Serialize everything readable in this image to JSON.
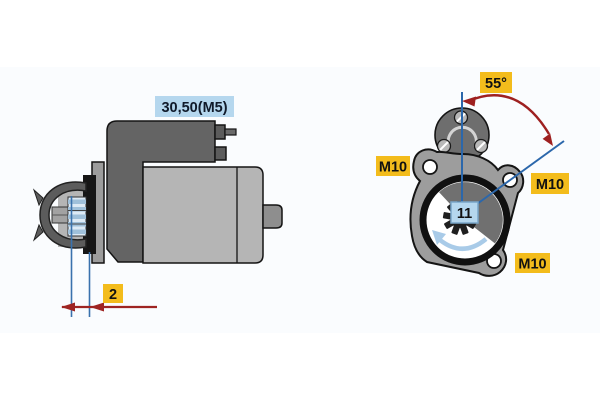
{
  "figure": {
    "kind": "starter-motor-mounting-diagram",
    "side_view": {
      "terminal_label": "30,50(M5)",
      "protrusion_dimension": "2"
    },
    "front_view": {
      "angle": "55°",
      "teeth_count": "11",
      "bolt_top_left": "M10",
      "bolt_right": "M10",
      "bolt_bottom_right": "M10"
    }
  },
  "colors": {
    "background": "#ffffff",
    "panel_tint": "#fafcfe",
    "label_yellow": "#f3bc1c",
    "label_blue": "#b5d7ee",
    "label_blue_border": "#79a6c8",
    "dimension_red": "#9e2422",
    "reference_blue": "#2b67ab",
    "extension_blue": "#3a72ad",
    "rotation_arrow_blue": "#a9cbe8",
    "housing_gray": "#b5b5b5",
    "solenoid_gray": "#646464",
    "flange_gray": "#9d9d9d",
    "dark_plate": "#161616",
    "outline_black": "#141414"
  }
}
